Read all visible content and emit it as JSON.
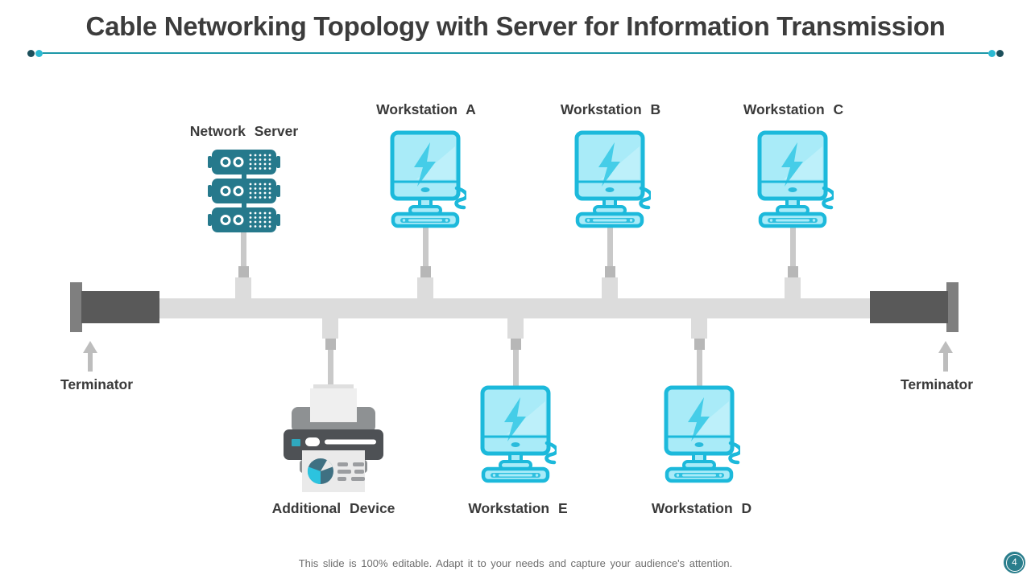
{
  "title": "Cable Networking Topology with Server for Information Transmission",
  "diagram": {
    "type": "bus-topology",
    "top_devices": [
      {
        "label": "Network Server",
        "icon": "server-icon"
      },
      {
        "label": "Workstation A",
        "icon": "workstation-icon"
      },
      {
        "label": "Workstation B",
        "icon": "workstation-icon"
      },
      {
        "label": "Workstation C",
        "icon": "workstation-icon"
      }
    ],
    "bottom_devices": [
      {
        "label": "Additional Device",
        "icon": "printer-icon"
      },
      {
        "label": "Workstation E",
        "icon": "workstation-icon"
      },
      {
        "label": "Workstation D",
        "icon": "workstation-icon"
      }
    ],
    "terminators": {
      "left": "Terminator",
      "right": "Terminator"
    }
  },
  "footer": {
    "note": "This slide is 100% editable. Adapt it to your needs and capture your audience's attention.",
    "page_number": "4"
  },
  "colors": {
    "accent_line": "#1e98a8",
    "accent_dot_dark": "#1c4f5b",
    "accent_dot_bright": "#2bb9d2",
    "server_teal": "#26798c",
    "workstation_outline": "#1cb9db",
    "workstation_screen": "#a9ebf8",
    "bus_gray": "#dcdcdc",
    "terminator_block": "#595959",
    "terminator_cap": "#7f7f7f",
    "label_text": "#3a3a3a",
    "badge_teal": "#2a7e8c"
  }
}
